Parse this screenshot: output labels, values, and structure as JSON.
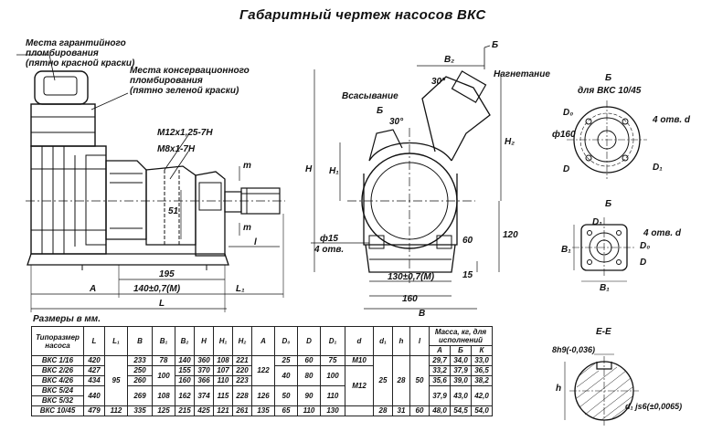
{
  "title": "Габаритный чертеж насосов ВКС",
  "labels": {
    "warranty": [
      "Места гарантийного",
      "пломбирования",
      "(пятно красной краски)"
    ],
    "conservation": [
      "Места консервационного",
      "пломбирования",
      "(пятно зеленой краски)"
    ],
    "thread1": "M12x1,25-7H",
    "thread2": "M8x1-7H",
    "dim_51": "51",
    "dim_m_top": "m",
    "dim_m_bottom": "m",
    "dim_l": "l",
    "dim_195": "195",
    "dim_A": "A",
    "dim_140": "140±0,7(М)",
    "dim_L": "L",
    "dim_L1": "L₁",
    "suction": "Всасывание",
    "discharge": "Нагнетание",
    "dim_B2": "B₂",
    "dim_30a": "30°",
    "dim_30b": "30°",
    "view_b_marker": "Б",
    "view_b_marker2": "Б",
    "dim_H": "H",
    "dim_H1": "H₁",
    "dim_H2": "H₂",
    "dim_15d": "ф15",
    "holes4": "4 отв.",
    "dim_60": "60",
    "dim_120": "120",
    "dim_130": "130±0,7(М)",
    "dim_15": "15",
    "dim_160": "160",
    "dim_B": "B",
    "view_b_title": "Б",
    "view_b_for": "для  ВКС 10/45",
    "view_b_D0": "D₀",
    "view_b_holes": "4 отв. d",
    "view_b_160": "ф160",
    "view_b_D": "D",
    "view_b_D1": "D₁",
    "view_b2_title": "Б",
    "view_b2_D1": "D₁",
    "view_b2_holes": "4 отв. d",
    "view_b2_D0": "D₀",
    "view_b2_D": "D",
    "view_b2_B1a": "B₁",
    "view_b2_B1b": "B₁",
    "section_title": "Е-Е",
    "section_8h9": "8h9(-0,036)",
    "section_h": "h",
    "section_d1": "d₁ js6(±0,0065)"
  },
  "table": {
    "caption": "Размеры в мм.",
    "header1": [
      "Типоразмер насоса",
      "L",
      "L₁",
      "B",
      "B₁",
      "B₂",
      "H",
      "H₁",
      "H₂",
      "A",
      "D₀",
      "D",
      "D₁",
      "d",
      "d₁",
      "h",
      "l",
      "Масса, кг, для исполнений"
    ],
    "header_mass": [
      "A",
      "Б",
      "К"
    ],
    "rows": [
      [
        "ВКС 1/16",
        "420",
        "",
        "233",
        "78",
        "140",
        "360",
        "108",
        "221",
        "",
        "25",
        "60",
        "75",
        "M10",
        "",
        "",
        "",
        "29,7",
        "34,0",
        "33,0"
      ],
      [
        "ВКС 2/26",
        "427",
        "",
        "250",
        "",
        "155",
        "370",
        "107",
        "220",
        "",
        "40",
        "80",
        "100",
        "",
        "",
        "",
        "",
        "33,2",
        "37,9",
        "36,5"
      ],
      [
        "ВКС 4/26",
        "434",
        "",
        "260",
        "",
        "160",
        "366",
        "110",
        "223",
        "",
        "",
        "",
        "",
        "",
        "",
        "",
        "",
        "35,6",
        "39,0",
        "38,2"
      ],
      [
        "ВКС 5/24",
        "440",
        "",
        "269",
        "108",
        "162",
        "374",
        "115",
        "228",
        "",
        "50",
        "90",
        "110",
        "",
        "",
        "",
        "",
        "37,9",
        "43,0",
        "42,0"
      ],
      [
        "ВКС 5/32",
        "",
        "",
        "",
        "",
        "",
        "",
        "",
        "",
        "",
        "",
        "",
        "",
        "",
        "",
        "",
        "",
        "",
        "",
        ""
      ],
      [
        "ВКС 10/45",
        "479",
        "112",
        "335",
        "125",
        "215",
        "425",
        "121",
        "261",
        "135",
        "65",
        "110",
        "130",
        "",
        "28",
        "31",
        "60",
        "48,0",
        "54,5",
        "54,0"
      ]
    ],
    "merged": {
      "L1_95": "95",
      "B1_100": "100",
      "A_122": "122",
      "A_126": "126",
      "d_M12": "M12",
      "d1_25": "25",
      "h_28": "28",
      "l_50": "50"
    }
  }
}
